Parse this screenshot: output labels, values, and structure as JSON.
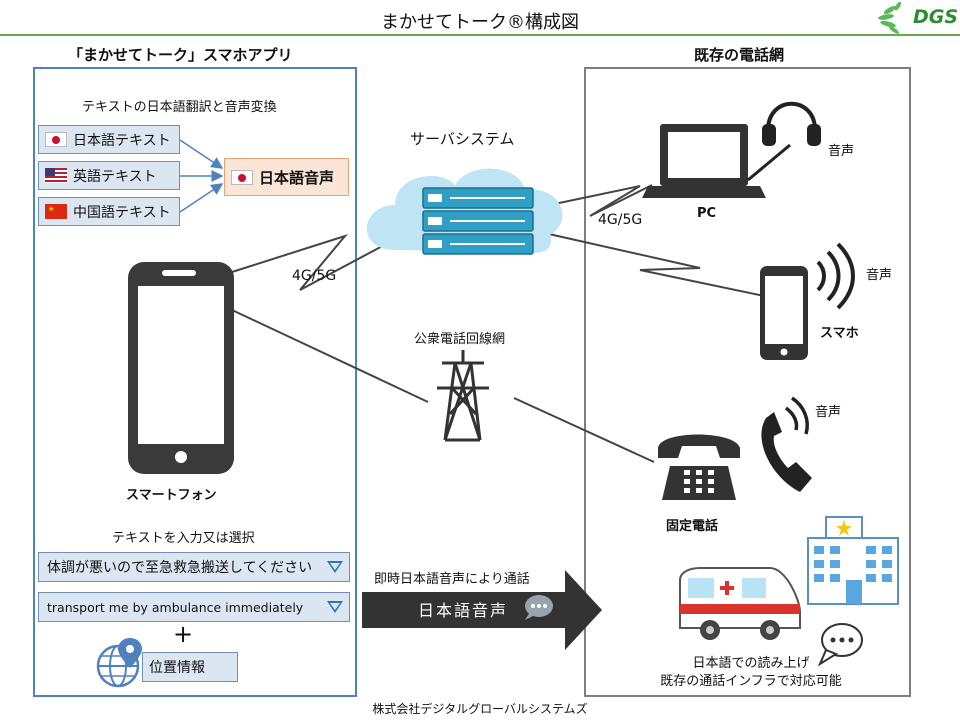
{
  "header": {
    "title": "まかせてトーク®構成図",
    "logo_text": "DGS"
  },
  "left_panel": {
    "title": "「まかせてトーク」スマホアプリ",
    "translation_heading": "テキストの日本語翻訳と音声変換",
    "inputs": [
      {
        "label": "日本語テキスト",
        "flag": "jp-flag-icon"
      },
      {
        "label": "英語テキスト",
        "flag": "us-flag-icon"
      },
      {
        "label": "中国語テキスト",
        "flag": "cn-flag-icon"
      }
    ],
    "output": {
      "label": "日本語音声",
      "flag": "jp-flag-icon"
    },
    "phone_label": "スマートフォン",
    "select_heading": "テキストを入力又は選択",
    "select_options": [
      "体調が悪いので至急救急搬送してください",
      "transport me by ambulance immediately"
    ],
    "plus": "+",
    "location_label": "位置情報"
  },
  "middle": {
    "server_label": "サーバシステム",
    "net_left": "4G/5G",
    "net_right": "4G/5G",
    "pstn_label": "公衆電話回線網",
    "arrow_caption": "即時日本語音声により通話",
    "arrow_text": "日本語音声"
  },
  "right_panel": {
    "title": "既存の電話網",
    "pc_label": "PC",
    "pc_voice": "音声",
    "smartphone_label": "スマホ",
    "smartphone_voice": "音声",
    "landline_label": "固定電話",
    "landline_voice": "音声",
    "footer_line1": "日本語での読み上げ",
    "footer_line2": "既存の通話インフラで対応可能"
  },
  "footer": {
    "company": "株式会社デジタルグローバルシステムズ"
  },
  "colors": {
    "accent_green": "#6aa84f",
    "left_border": "#4f81bd",
    "right_border": "#7f7f7f",
    "cloud": "#bfe4f3",
    "server": "#2f9fc5"
  }
}
